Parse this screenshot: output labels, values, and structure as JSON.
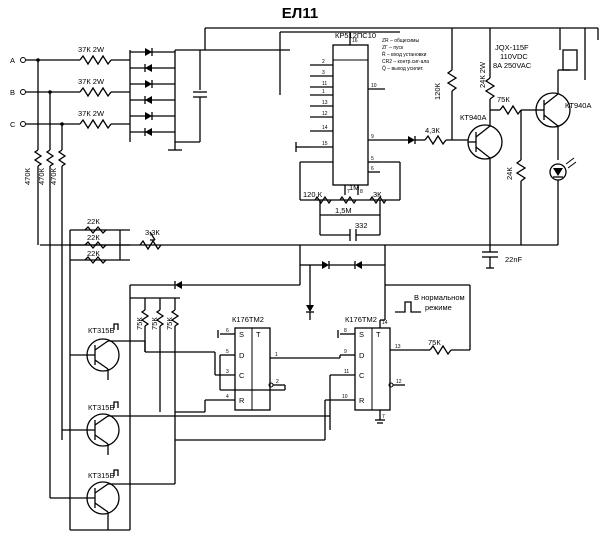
{
  "title": "ЕЛ11",
  "phases": [
    "A",
    "B",
    "C"
  ],
  "resistors": {
    "phase": "37К 2W",
    "divider": "470К",
    "mid": "22К",
    "trim": "3,3К",
    "r120k": "120 К",
    "r1m": "1М",
    "r15m": "1,5М",
    "r3k": "3К",
    "r43k": "4,3К",
    "r120kv": "120К",
    "r24k2w": "24К 2W",
    "r75k": "75К",
    "r24k": "24К",
    "r75kv": "75К"
  },
  "capacitors": {
    "c332": "332",
    "c22nf": "22nF"
  },
  "chips": {
    "kr": "КР512ПС10",
    "trigger": "К176ТМ2"
  },
  "transistors": {
    "kt940": "КТ940А",
    "kt315": "КТ315Б"
  },
  "relay": [
    "JQX-115F",
    "110VDC",
    "8A 250VAC"
  ],
  "note": [
    "В нормальном",
    "режиме"
  ],
  "legend": [
    "ZR – общесимы",
    "ZГ – пуск",
    "R̄ – вход установки",
    "CR2 – контр.сиг-ала",
    "Q̄ – выход усилит."
  ],
  "kr_pins_left": [
    "2",
    "3",
    "11",
    "1",
    "13",
    "12",
    "14",
    "15"
  ],
  "kr_pins_right": [
    "16",
    "10",
    "9",
    "5",
    "6",
    "8",
    "7"
  ],
  "trig_labels": [
    "S",
    "T",
    "D",
    "C",
    "R"
  ],
  "trig1_pins": [
    "6",
    "5",
    "3",
    "4",
    "1",
    "2"
  ],
  "trig2_pins": [
    "8",
    "14",
    "9",
    "11",
    "10",
    "13",
    "12",
    "7"
  ]
}
